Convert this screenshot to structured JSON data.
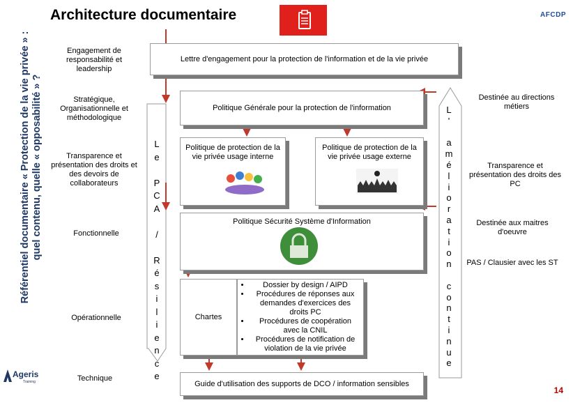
{
  "title": "Architecture documentaire",
  "vertical_title_line1": "Référentiel documentaire « Protection de la vie privée » :",
  "vertical_title_line2": "quel contenu, quelle « opposabilité » ?",
  "logo_afcdp": "AFCDP",
  "logo_ageris": "Ageris",
  "logo_ageris_sub": "Training",
  "page_number": "14",
  "levels": {
    "engagement": "Engagement de responsabilité et leadership",
    "strategique": "Stratégique, Organisationnelle et méthodologique",
    "transparence": "Transparence et présentation des droits et des devoirs de collaborateurs",
    "fonctionnelle": "Fonctionnelle",
    "operationnelle": "Opérationnelle",
    "technique": "Technique"
  },
  "boxes": {
    "lettre": "Lettre d'engagement pour la protection de l'information et de la vie privée",
    "politique_generale": "Politique Générale pour la protection de l'information",
    "pp_interne": "Politique de protection de la vie privée usage interne",
    "pp_externe": "Politique de protection de la vie privée usage externe",
    "pssi": "Politique Sécurité Système d'Information",
    "chartes": "Chartes",
    "procedures": [
      "Dossier by design / AIPD",
      "Procédures de réponses aux demandes d'exercices des droits PC",
      "Procédures de coopération avec la CNIL",
      "Procédures de notification de violation de la vie privée"
    ],
    "guide": "Guide d'utilisation des supports de DCO / information sensibles"
  },
  "vertical_left": [
    "L",
    "e",
    "",
    "P",
    "C",
    "A",
    "",
    "/",
    "",
    "R",
    "é",
    "s",
    "i",
    "l",
    "i",
    "e",
    "n",
    "c",
    "e"
  ],
  "vertical_right": [
    "L",
    "'",
    "",
    "a",
    "m",
    "é",
    "l",
    "i",
    "o",
    "r",
    "a",
    "t",
    "i",
    "o",
    "n",
    "",
    "c",
    "o",
    "n",
    "t",
    "i",
    "n",
    "u",
    "e"
  ],
  "right_labels": {
    "directions": "Destinée au directions métiers",
    "transparence_pc": "Transparence et présentation des droits des PC",
    "maitres": "Destinée aux maitres d'oeuvre",
    "pas": "PAS  / Clausier avec les ST"
  }
}
